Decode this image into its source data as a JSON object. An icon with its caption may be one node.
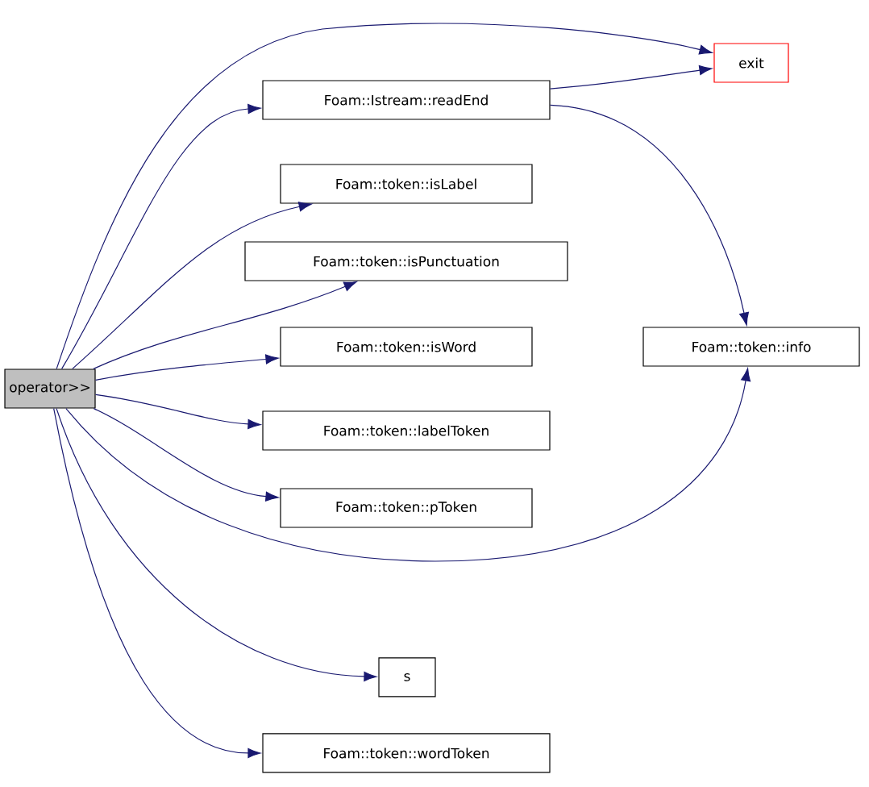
{
  "diagram": {
    "nodes": [
      {
        "text": [
          "operator>>"
        ]
      },
      {
        "text": [
          "Foam::Istream::readEnd"
        ]
      },
      {
        "text": [
          "exit"
        ]
      },
      {
        "text": [
          "Foam::token::isLabel"
        ]
      },
      {
        "text": [
          "Foam::token::isPunctuation"
        ]
      },
      {
        "text": [
          "Foam::token::isWord"
        ]
      },
      {
        "text": [
          "Foam::token::info"
        ]
      },
      {
        "text": [
          "Foam::token::labelToken"
        ]
      },
      {
        "text": [
          "Foam::token::pToken"
        ]
      },
      {
        "text": [
          "s"
        ]
      },
      {
        "text": [
          "Foam::token::wordToken"
        ]
      }
    ],
    "edges": [
      {
        "from": 0,
        "to": 2,
        "arrow": "to"
      },
      {
        "from": 0,
        "to": 1,
        "arrow": "to"
      },
      {
        "from": 0,
        "to": 3,
        "arrow": "to"
      },
      {
        "from": 0,
        "to": 4,
        "arrow": "to"
      },
      {
        "from": 0,
        "to": 5,
        "arrow": "to"
      },
      {
        "from": 0,
        "to": 7,
        "arrow": "to"
      },
      {
        "from": 0,
        "to": 8,
        "arrow": "to"
      },
      {
        "from": 0,
        "to": 6,
        "arrow": "to"
      },
      {
        "from": 0,
        "to": 9,
        "arrow": "to"
      },
      {
        "from": 0,
        "to": 10,
        "arrow": "to"
      },
      {
        "from": 1,
        "to": 2,
        "arrow": "to"
      },
      {
        "from": 1,
        "to": 6,
        "arrow": "to"
      }
    ]
  }
}
